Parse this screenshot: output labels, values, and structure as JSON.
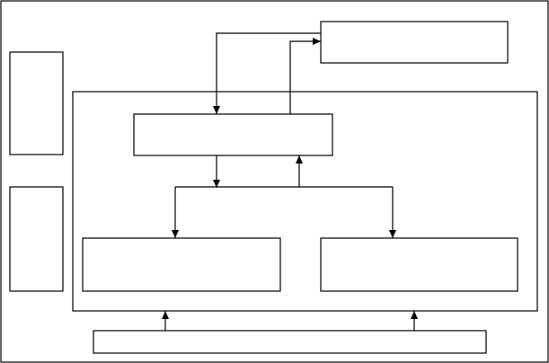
{
  "diagram": {
    "colors": {
      "stroke": "#000000",
      "background": "#ffffff"
    },
    "nodes": [
      {
        "id": "top-right-box",
        "label": ""
      },
      {
        "id": "left-top-box",
        "label": ""
      },
      {
        "id": "left-bottom-box",
        "label": ""
      },
      {
        "id": "center-box",
        "label": ""
      },
      {
        "id": "bottom-left-inner-box",
        "label": ""
      },
      {
        "id": "bottom-right-inner-box",
        "label": ""
      },
      {
        "id": "bottom-bar-box",
        "label": ""
      }
    ],
    "edges": [
      {
        "from": "top-right-box",
        "to": "center-box"
      },
      {
        "from": "center-box",
        "to": "top-right-box"
      },
      {
        "from": "center-box",
        "to": "bottom-left-inner-box"
      },
      {
        "from": "center-box",
        "to": "bottom-right-inner-box"
      },
      {
        "from": "bottom-left-inner-box",
        "to": "center-box"
      },
      {
        "from": "bottom-bar-box",
        "to": "main-container"
      }
    ]
  }
}
